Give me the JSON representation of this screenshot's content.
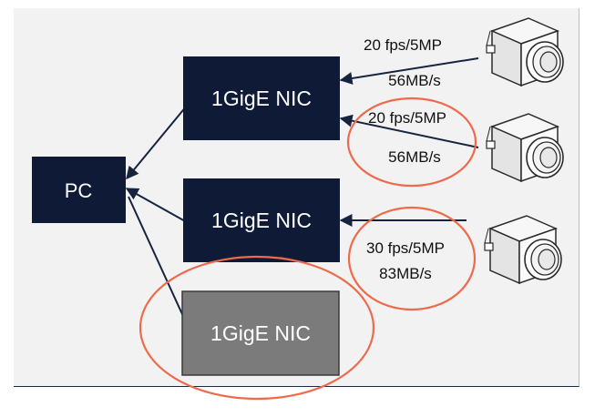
{
  "nodes": {
    "pc": "PC",
    "nic1": "1GigE NIC",
    "nic2": "1GigE NIC",
    "nic3": "1GigE NIC"
  },
  "links": {
    "cam1_rate": "20 fps/5MP",
    "cam1_bandwidth": "56MB/s",
    "cam2_rate": "20 fps/5MP",
    "cam2_bandwidth": "56MB/s",
    "cam3_rate": "30 fps/5MP",
    "cam3_bandwidth": "83MB/s"
  },
  "cameras": [
    "camera-icon",
    "camera-icon",
    "camera-icon"
  ],
  "colors": {
    "node_fill": "#0f1a36",
    "node_text": "#ffffff",
    "spare_nic_fill": "#7b7b7b",
    "spare_nic_border": "#3a3a3a",
    "highlight_ring": "#ee6a4c",
    "connector": "#16233f",
    "panel_bg": "#f2f2f2"
  }
}
